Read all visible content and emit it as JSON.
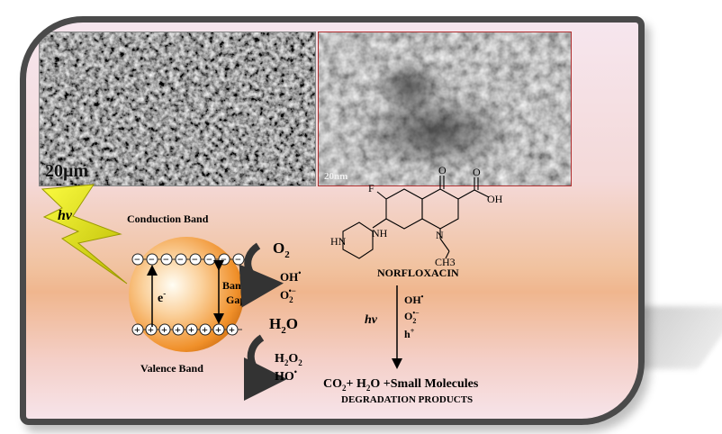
{
  "images": {
    "sem_scale": "20µm",
    "tem_scale": "20nm"
  },
  "photocatalyst": {
    "light": "hv",
    "conduction_band": "Conduction Band",
    "valence_band": "Valence Band",
    "band_gap_line1": "Band",
    "band_gap_line2": "Gap",
    "electron": "e",
    "electron_sup": "-"
  },
  "reactions": {
    "o2": "O",
    "o2_sub": "2",
    "oh_radical": "OH",
    "superoxide": "O",
    "h2o": "H",
    "h2o_mid": "2",
    "h2o_end": "O",
    "h2o2": "H",
    "ho_radical": "HO"
  },
  "molecule": {
    "name": "NORFLOXACIN",
    "atoms": [
      "F",
      "O",
      "OH",
      "O",
      "N",
      "HN",
      "NH",
      "CH3"
    ]
  },
  "degradation": {
    "light": "hv",
    "species": [
      "OH",
      "O",
      "h"
    ],
    "products_line": "CO",
    "products_rest": "+ H",
    "products_tail": "O +Small Molecules",
    "label": "DEGRADATION PRODUCTS"
  },
  "colors": {
    "frame": "#4a4a4a",
    "sphere": "#f39a3a",
    "lightning": "#e6e600"
  }
}
